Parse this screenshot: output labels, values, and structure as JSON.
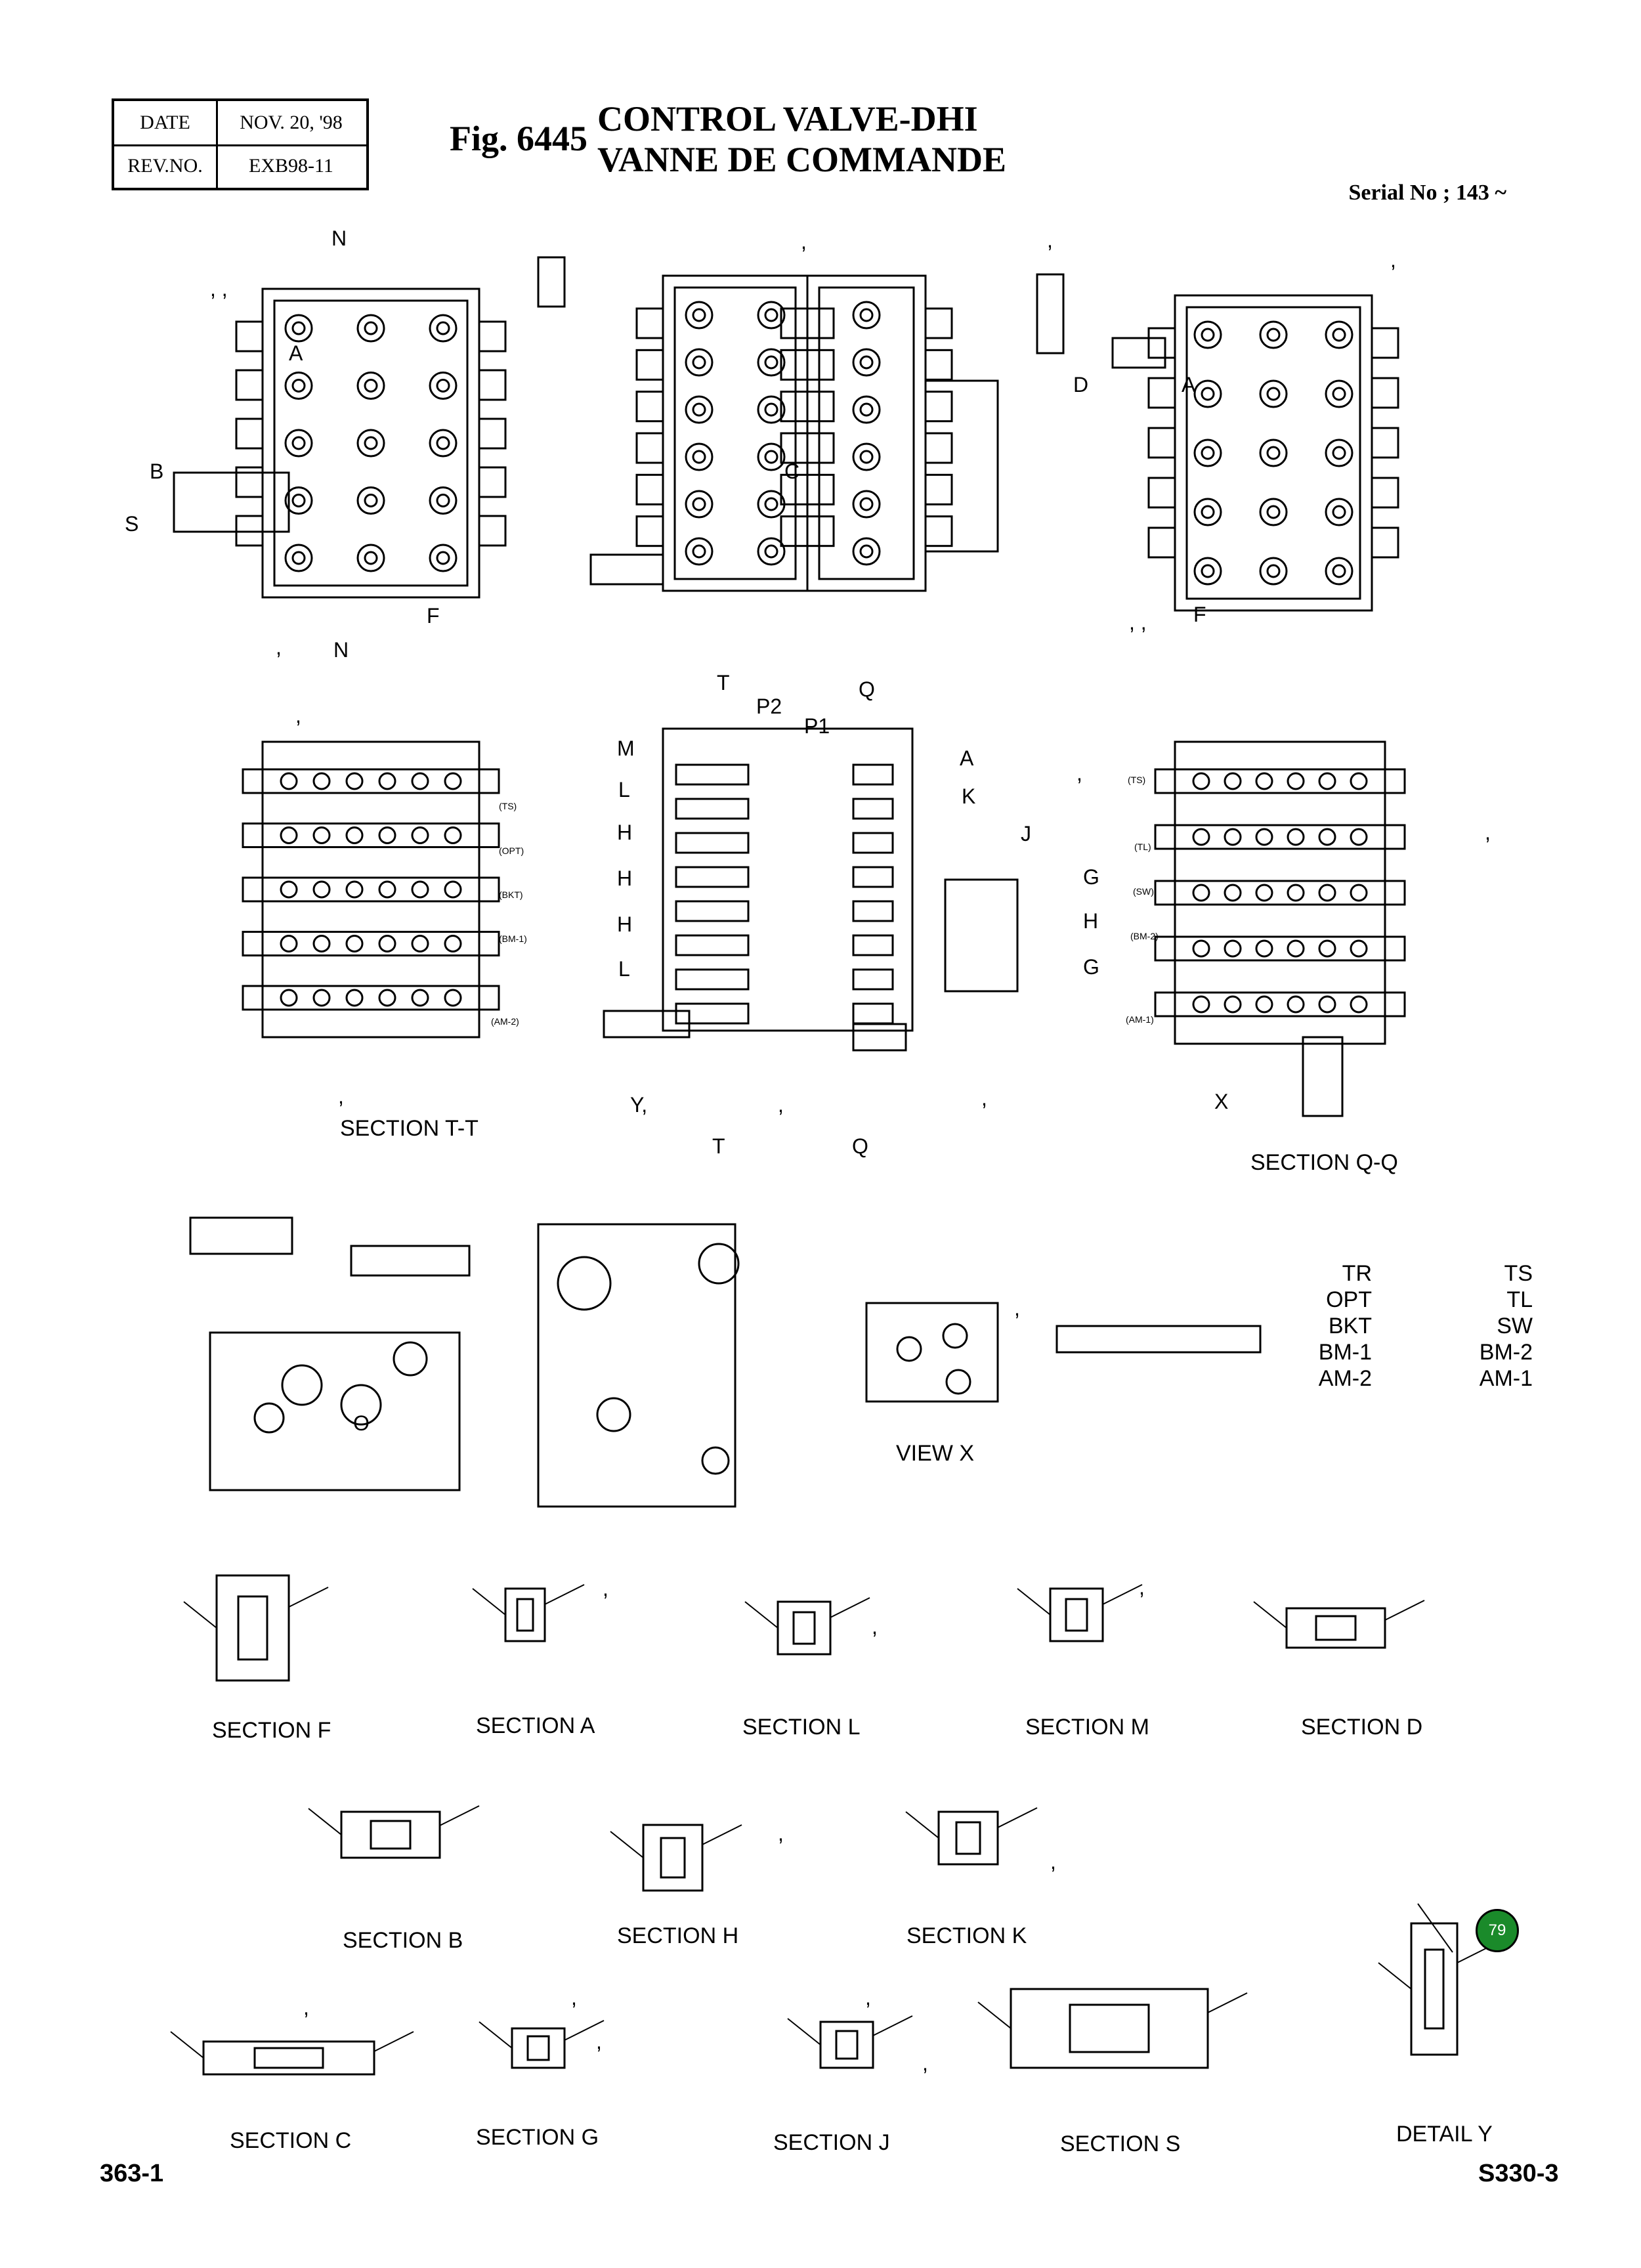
{
  "header": {
    "date_label": "DATE",
    "date_value": "NOV. 20, '98",
    "rev_label": "REV.NO.",
    "rev_value": "EXB98-11"
  },
  "figure": {
    "number": "Fig. 6445",
    "title_en": "CONTROL VALVE-DHI",
    "title_fr": "VANNE DE COMMANDE",
    "serial": "Serial No ; 143 ~"
  },
  "section_titles": {
    "tt": "SECTION  T-T",
    "qq": "SECTION  Q-Q",
    "view_x": "VIEW X",
    "f": "SECTION  F",
    "a": "SECTION  A",
    "l": "SECTION  L",
    "m": "SECTION  M",
    "d": "SECTION  D",
    "b": "SECTION  B",
    "h": "SECTION  H",
    "k": "SECTION  K",
    "c": "SECTION  C",
    "g": "SECTION  G",
    "j": "SECTION  J",
    "s": "SECTION  S",
    "detail_y": "DETAIL  Y"
  },
  "spool_tags": {
    "left": [
      "TR",
      "OPT",
      "BKT",
      "BM-1",
      "AM-2"
    ],
    "right": [
      "TS",
      "TL",
      "SW",
      "BM-2",
      "AM-1"
    ]
  },
  "inner_tags": {
    "ts": "(TS)",
    "opt": "(OPT)",
    "bkt": "(BKT)",
    "bm1": "(BM-1)",
    "am2": "(AM-2)",
    "ts2": "(TS)",
    "tl": "(TL)",
    "sw": "(SW)",
    "bm2": "(BM-2)",
    "am1": "(AM-1)"
  },
  "letters": {
    "n": "N",
    "a": "A",
    "b": "B",
    "s": "S",
    "f": "F",
    "c": "C",
    "d": "D",
    "t": "T",
    "p2": "P2",
    "p1": "P1",
    "q": "Q",
    "m": "M",
    "l": "L",
    "h": "H",
    "k": "K",
    "j": "J",
    "g": "G",
    "x": "X",
    "y": "Y,",
    "o": "O"
  },
  "comma": ",",
  "double_comma": ", ,",
  "badge": {
    "number": "79",
    "color": "#1a8a2a"
  },
  "footer": {
    "left": "363-1",
    "right": "S330-3"
  }
}
